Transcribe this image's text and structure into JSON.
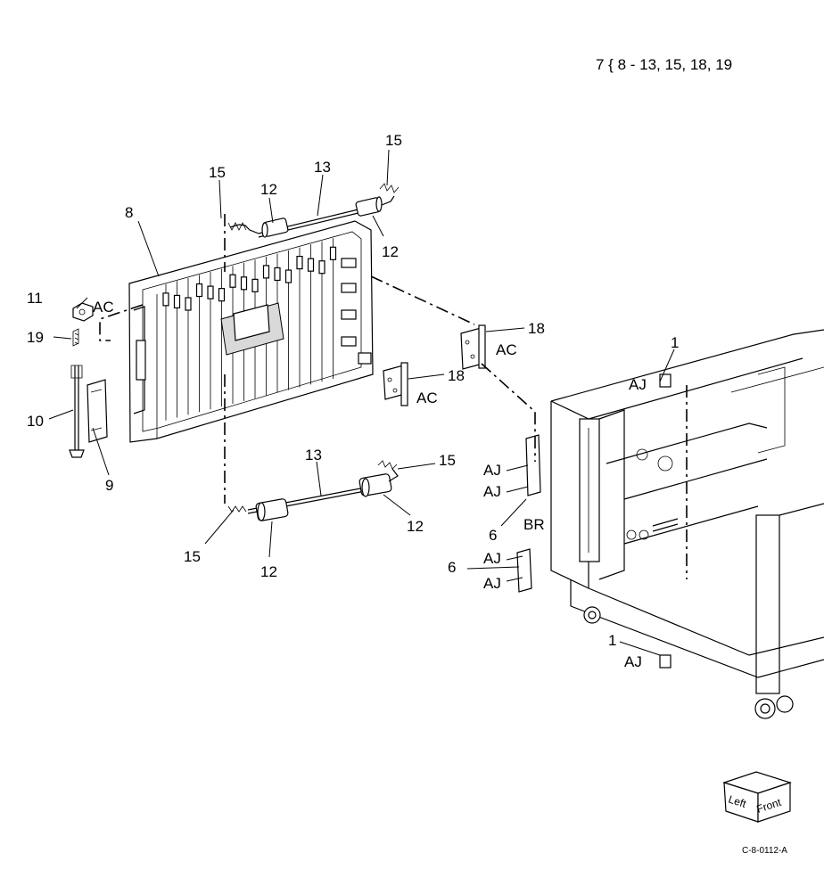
{
  "header": {
    "text": "7 { 8 - 13, 15, 18, 19"
  },
  "figure_code": "C-8-0112-A",
  "orientation_cube": {
    "left_label": "Left",
    "front_label": "Front"
  },
  "callouts": [
    {
      "id": "c15a",
      "text": "15"
    },
    {
      "id": "c13a",
      "text": "13"
    },
    {
      "id": "c15b",
      "text": "15"
    },
    {
      "id": "c12a",
      "text": "12"
    },
    {
      "id": "c12b",
      "text": "12"
    },
    {
      "id": "c8",
      "text": "8"
    },
    {
      "id": "c11",
      "text": "11"
    },
    {
      "id": "cAC1",
      "text": "AC"
    },
    {
      "id": "c19",
      "text": "19"
    },
    {
      "id": "c10",
      "text": "10"
    },
    {
      "id": "c9",
      "text": "9"
    },
    {
      "id": "c18a",
      "text": "18"
    },
    {
      "id": "cAC2",
      "text": "AC"
    },
    {
      "id": "c18b",
      "text": "18"
    },
    {
      "id": "cAC3",
      "text": "AC"
    },
    {
      "id": "c1a",
      "text": "1"
    },
    {
      "id": "cAJ1",
      "text": "AJ"
    },
    {
      "id": "c13b",
      "text": "13"
    },
    {
      "id": "c15c",
      "text": "15"
    },
    {
      "id": "c12c",
      "text": "12"
    },
    {
      "id": "c15d",
      "text": "15"
    },
    {
      "id": "c12d",
      "text": "12"
    },
    {
      "id": "cAJ2",
      "text": "AJ"
    },
    {
      "id": "cAJ3",
      "text": "AJ"
    },
    {
      "id": "cBR",
      "text": "BR"
    },
    {
      "id": "c6a",
      "text": "6"
    },
    {
      "id": "c6b",
      "text": "6"
    },
    {
      "id": "cAJ4",
      "text": "AJ"
    },
    {
      "id": "cAJ5",
      "text": "AJ"
    },
    {
      "id": "c1b",
      "text": "1"
    },
    {
      "id": "cAJ6",
      "text": "AJ"
    }
  ]
}
